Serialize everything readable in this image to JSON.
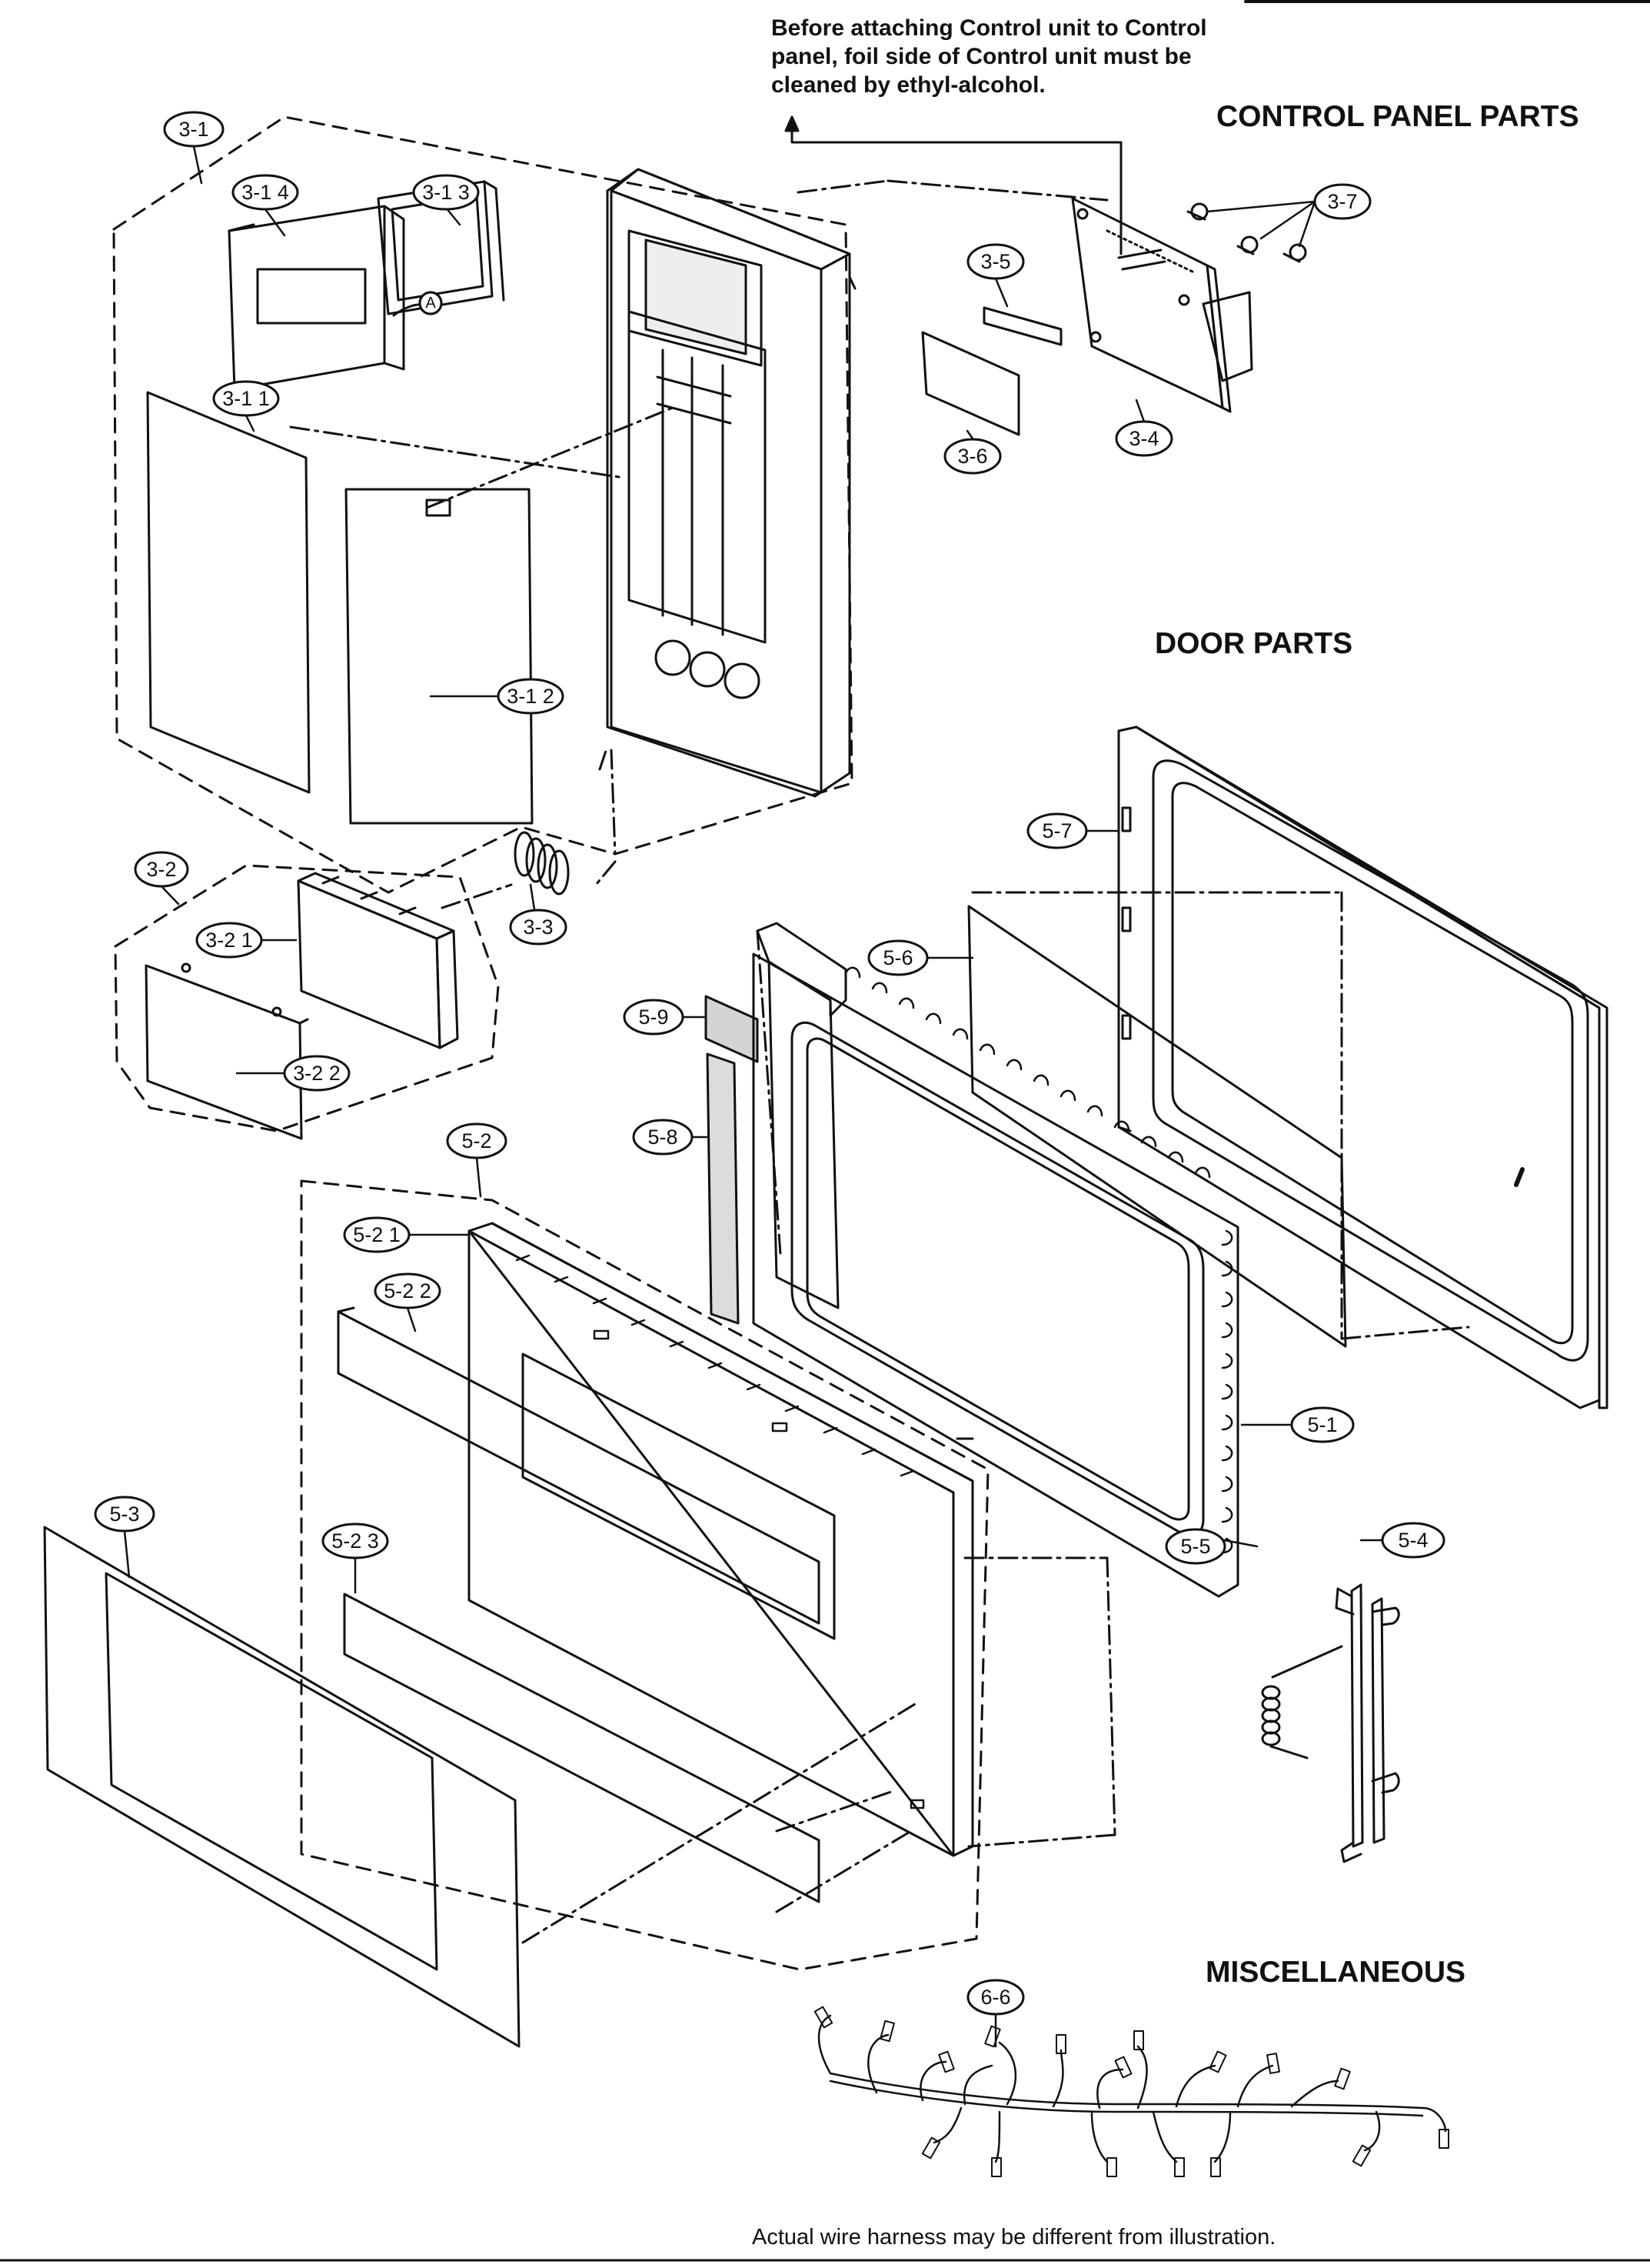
{
  "note": {
    "line1": "Before attaching Control unit to Control",
    "line2": "panel, foil side of Control unit must be",
    "line3": "cleaned by ethyl-alcohol."
  },
  "headings": {
    "control_panel": "CONTROL PANEL PARTS",
    "door": "DOOR PARTS",
    "misc": "MISCELLANEOUS"
  },
  "footer": "Actual wire harness may be different from illustration.",
  "callouts": {
    "c3_1": "3-1",
    "c3_14": "3-1 4",
    "c3_13": "3-1 3",
    "c3_11": "3-1 1",
    "c3_12": "3-1 2",
    "c3_2": "3-2",
    "c3_21": "3-2 1",
    "c3_22": "3-2 2",
    "c3_3": "3-3",
    "c3_4": "3-4",
    "c3_5": "3-5",
    "c3_6": "3-6",
    "c3_7": "3-7",
    "c5_1": "5-1",
    "c5_2": "5-2",
    "c5_21": "5-2 1",
    "c5_22": "5-2 2",
    "c5_23": "5-2 3",
    "c5_3": "5-3",
    "c5_4": "5-4",
    "c5_5": "5-5",
    "c5_6": "5-6",
    "c5_7": "5-7",
    "c5_8": "5-8",
    "c5_9": "5-9",
    "c6_6": "6-6",
    "marker_a": "A"
  }
}
